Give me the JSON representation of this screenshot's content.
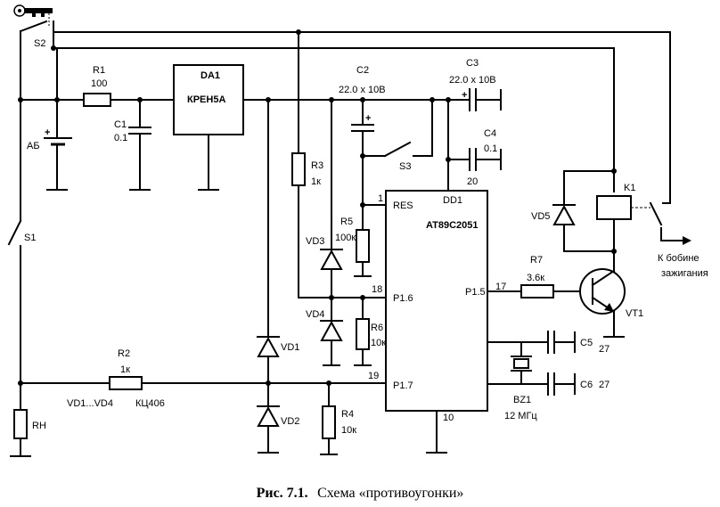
{
  "figure": {
    "caption_number": "Рис. 7.1.",
    "caption_text": "Схема «противоугонки»"
  },
  "labels": {
    "s2": "S2",
    "s1": "S1",
    "s3": "S3",
    "r1": "R1",
    "r1_val": "100",
    "ab": "АБ",
    "c1": "C1",
    "c1_val": "0.1",
    "da1": "DA1",
    "da1_part": "КРЕН5А",
    "c2": "C2",
    "c2_val": "22.0 x 10В",
    "c3": "C3",
    "c3_val": "22.0 x 10В",
    "c4": "C4",
    "c4_val": "0.1",
    "n20": "20",
    "r3": "R3",
    "r3_val": "1к",
    "r5": "R5",
    "r5_val": "100к",
    "vd3": "VD3",
    "vd4": "VD4",
    "r6": "R6",
    "r6_val": "10к",
    "vd1": "VD1",
    "vd2": "VD2",
    "r4": "R4",
    "r4_val": "10к",
    "r2": "R2",
    "r2_val": "1к",
    "vd_range": "VD1...VD4",
    "kc406": "КЦ406",
    "rh": "RH",
    "dd1": "DD1",
    "dd1_part": "AT89C2051",
    "pin_res": "RES",
    "pin1": "1",
    "pin_p16": "P1.6",
    "pin18": "18",
    "pin_p17": "P1.7",
    "pin19": "19",
    "pin_p15": "P1.5",
    "pin17": "17",
    "pin10": "10",
    "r7": "R7",
    "r7_val": "3.6к",
    "vt1": "VT1",
    "vd5": "VD5",
    "k1": "K1",
    "coil_line1": "К бобине",
    "coil_line2": "зажигания",
    "c5": "C5",
    "c5_val": "27",
    "c6": "C6",
    "c6_val": "27",
    "bz1": "BZ1",
    "bz1_val": "12 МГц"
  }
}
